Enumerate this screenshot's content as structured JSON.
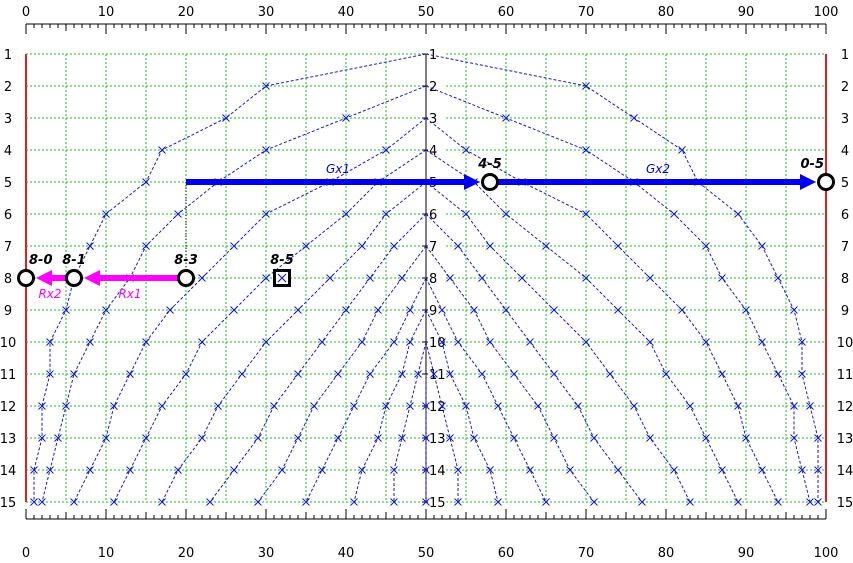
{
  "x_ticks": [
    "0",
    "10",
    "20",
    "30",
    "40",
    "50",
    "60",
    "70",
    "80",
    "90",
    "100"
  ],
  "rows": [
    "1",
    "2",
    "3",
    "4",
    "5",
    "6",
    "7",
    "8",
    "9",
    "10",
    "11",
    "12",
    "13",
    "14",
    "15"
  ],
  "colors": {
    "grid": "#22bb22",
    "boundary": "#dd2222",
    "curve": "#1a1acc",
    "blue_arrow": "#0000ee",
    "magenta_arrow": "#ff00ff",
    "marker": "#000000"
  },
  "nodes": [
    {
      "id": "node-0-5",
      "label": "0-5",
      "x": 100,
      "row": 5,
      "shape": "circle"
    },
    {
      "id": "node-4-5",
      "label": "4-5",
      "x": 58,
      "row": 5,
      "shape": "circle"
    },
    {
      "id": "node-8-0",
      "label": "8-0",
      "x": 0,
      "row": 8,
      "shape": "circle"
    },
    {
      "id": "node-8-1",
      "label": "8-1",
      "x": 6,
      "row": 8,
      "shape": "circle"
    },
    {
      "id": "node-8-3",
      "label": "8-3",
      "x": 20,
      "row": 8,
      "shape": "circle"
    },
    {
      "id": "node-8-5",
      "label": "8-5",
      "x": 32,
      "row": 8,
      "shape": "boxed-x"
    }
  ],
  "arrows": [
    {
      "id": "gx1",
      "label": "Gx1",
      "from": [
        20,
        5
      ],
      "to": [
        58,
        5
      ],
      "color": "blue"
    },
    {
      "id": "gx2",
      "label": "Gx2",
      "from": [
        58,
        5
      ],
      "to": [
        100,
        5
      ],
      "color": "blue"
    },
    {
      "id": "rx1",
      "label": "Rx1",
      "from": [
        20,
        8
      ],
      "to": [
        6,
        8
      ],
      "color": "magenta"
    },
    {
      "id": "rx2",
      "label": "Rx2",
      "from": [
        6,
        8
      ],
      "to": [
        0,
        8
      ],
      "color": "magenta"
    }
  ],
  "curves": [
    [
      [
        50,
        1
      ],
      [
        70,
        2
      ],
      [
        76,
        3
      ],
      [
        82,
        4
      ],
      [
        84,
        5
      ],
      [
        89,
        6
      ],
      [
        92,
        7
      ],
      [
        94,
        8
      ],
      [
        96,
        9
      ],
      [
        97,
        10
      ],
      [
        97,
        11
      ],
      [
        98,
        12
      ],
      [
        99,
        13
      ],
      [
        99,
        14
      ],
      [
        99,
        15
      ]
    ],
    [
      [
        50,
        2
      ],
      [
        60,
        3
      ],
      [
        70,
        4
      ],
      [
        76,
        5
      ],
      [
        81,
        6
      ],
      [
        85,
        7
      ],
      [
        87,
        8
      ],
      [
        90,
        9
      ],
      [
        92,
        10
      ],
      [
        94,
        11
      ],
      [
        96,
        12
      ],
      [
        96,
        13
      ],
      [
        97,
        14
      ],
      [
        98,
        15
      ]
    ],
    [
      [
        50,
        3
      ],
      [
        55,
        4
      ],
      [
        62,
        5
      ],
      [
        70,
        6
      ],
      [
        74,
        7
      ],
      [
        78,
        8
      ],
      [
        82,
        9
      ],
      [
        85,
        10
      ],
      [
        87,
        11
      ],
      [
        89,
        12
      ],
      [
        90,
        13
      ],
      [
        92,
        14
      ],
      [
        94,
        15
      ]
    ],
    [
      [
        50,
        4
      ],
      [
        56,
        5
      ],
      [
        60,
        6
      ],
      [
        65,
        7
      ],
      [
        70,
        8
      ],
      [
        74,
        9
      ],
      [
        78,
        10
      ],
      [
        80,
        11
      ],
      [
        83,
        12
      ],
      [
        85,
        13
      ],
      [
        87,
        14
      ],
      [
        89,
        15
      ]
    ],
    [
      [
        50,
        5
      ],
      [
        55,
        6
      ],
      [
        58,
        7
      ],
      [
        62,
        8
      ],
      [
        66,
        9
      ],
      [
        70,
        10
      ],
      [
        73,
        11
      ],
      [
        76,
        12
      ],
      [
        78,
        13
      ],
      [
        81,
        14
      ],
      [
        83,
        15
      ]
    ],
    [
      [
        50,
        6
      ],
      [
        54,
        7
      ],
      [
        57,
        8
      ],
      [
        60,
        9
      ],
      [
        63,
        10
      ],
      [
        66,
        11
      ],
      [
        69,
        12
      ],
      [
        71,
        13
      ],
      [
        74,
        14
      ],
      [
        77,
        15
      ]
    ],
    [
      [
        50,
        7
      ],
      [
        53,
        8
      ],
      [
        56,
        9
      ],
      [
        58,
        10
      ],
      [
        61,
        11
      ],
      [
        64,
        12
      ],
      [
        66,
        13
      ],
      [
        68,
        14
      ],
      [
        71,
        15
      ]
    ],
    [
      [
        50,
        8
      ],
      [
        52,
        9
      ],
      [
        54,
        10
      ],
      [
        57,
        11
      ],
      [
        59,
        12
      ],
      [
        61,
        13
      ],
      [
        63,
        14
      ],
      [
        65,
        15
      ]
    ],
    [
      [
        50,
        9
      ],
      [
        52,
        10
      ],
      [
        53,
        11
      ],
      [
        55,
        12
      ],
      [
        56,
        13
      ],
      [
        58,
        14
      ],
      [
        59,
        15
      ]
    ],
    [
      [
        50,
        10
      ],
      [
        51,
        11
      ],
      [
        52,
        12
      ],
      [
        53,
        13
      ],
      [
        54,
        14
      ],
      [
        54,
        15
      ]
    ],
    [
      [
        50,
        11
      ],
      [
        50,
        12
      ],
      [
        50,
        13
      ],
      [
        50,
        14
      ],
      [
        50,
        15
      ]
    ],
    [
      [
        50,
        1
      ],
      [
        30,
        2
      ],
      [
        25,
        3
      ],
      [
        17,
        4
      ],
      [
        15,
        5
      ],
      [
        10,
        6
      ],
      [
        8,
        7
      ],
      [
        6,
        8
      ],
      [
        5,
        9
      ],
      [
        3,
        10
      ],
      [
        3,
        11
      ],
      [
        2,
        12
      ],
      [
        2,
        13
      ],
      [
        1,
        14
      ],
      [
        1,
        15
      ]
    ],
    [
      [
        50,
        2
      ],
      [
        40,
        3
      ],
      [
        30,
        4
      ],
      [
        24,
        5
      ],
      [
        19,
        6
      ],
      [
        15,
        7
      ],
      [
        13,
        8
      ],
      [
        10,
        9
      ],
      [
        8,
        10
      ],
      [
        6,
        11
      ],
      [
        5,
        12
      ],
      [
        4,
        13
      ],
      [
        3,
        14
      ],
      [
        2,
        15
      ]
    ],
    [
      [
        50,
        3
      ],
      [
        45,
        4
      ],
      [
        38,
        5
      ],
      [
        30,
        6
      ],
      [
        26,
        7
      ],
      [
        22,
        8
      ],
      [
        18,
        9
      ],
      [
        15,
        10
      ],
      [
        13,
        11
      ],
      [
        11,
        12
      ],
      [
        10,
        13
      ],
      [
        8,
        14
      ],
      [
        6,
        15
      ]
    ],
    [
      [
        50,
        4
      ],
      [
        44,
        5
      ],
      [
        40,
        6
      ],
      [
        35,
        7
      ],
      [
        30,
        8
      ],
      [
        26,
        9
      ],
      [
        22,
        10
      ],
      [
        20,
        11
      ],
      [
        17,
        12
      ],
      [
        15,
        13
      ],
      [
        13,
        14
      ],
      [
        11,
        15
      ]
    ],
    [
      [
        50,
        5
      ],
      [
        45,
        6
      ],
      [
        42,
        7
      ],
      [
        38,
        8
      ],
      [
        34,
        9
      ],
      [
        30,
        10
      ],
      [
        27,
        11
      ],
      [
        24,
        12
      ],
      [
        22,
        13
      ],
      [
        19,
        14
      ],
      [
        17,
        15
      ]
    ],
    [
      [
        50,
        6
      ],
      [
        46,
        7
      ],
      [
        43,
        8
      ],
      [
        40,
        9
      ],
      [
        37,
        10
      ],
      [
        34,
        11
      ],
      [
        31,
        12
      ],
      [
        29,
        13
      ],
      [
        26,
        14
      ],
      [
        23,
        15
      ]
    ],
    [
      [
        50,
        7
      ],
      [
        47,
        8
      ],
      [
        44,
        9
      ],
      [
        42,
        10
      ],
      [
        39,
        11
      ],
      [
        36,
        12
      ],
      [
        34,
        13
      ],
      [
        32,
        14
      ],
      [
        29,
        15
      ]
    ],
    [
      [
        50,
        8
      ],
      [
        48,
        9
      ],
      [
        46,
        10
      ],
      [
        43,
        11
      ],
      [
        41,
        12
      ],
      [
        39,
        13
      ],
      [
        37,
        14
      ],
      [
        35,
        15
      ]
    ],
    [
      [
        50,
        9
      ],
      [
        48,
        10
      ],
      [
        47,
        11
      ],
      [
        45,
        12
      ],
      [
        44,
        13
      ],
      [
        42,
        14
      ],
      [
        41,
        15
      ]
    ],
    [
      [
        50,
        10
      ],
      [
        49,
        11
      ],
      [
        48,
        12
      ],
      [
        47,
        13
      ],
      [
        46,
        14
      ],
      [
        46,
        15
      ]
    ]
  ]
}
